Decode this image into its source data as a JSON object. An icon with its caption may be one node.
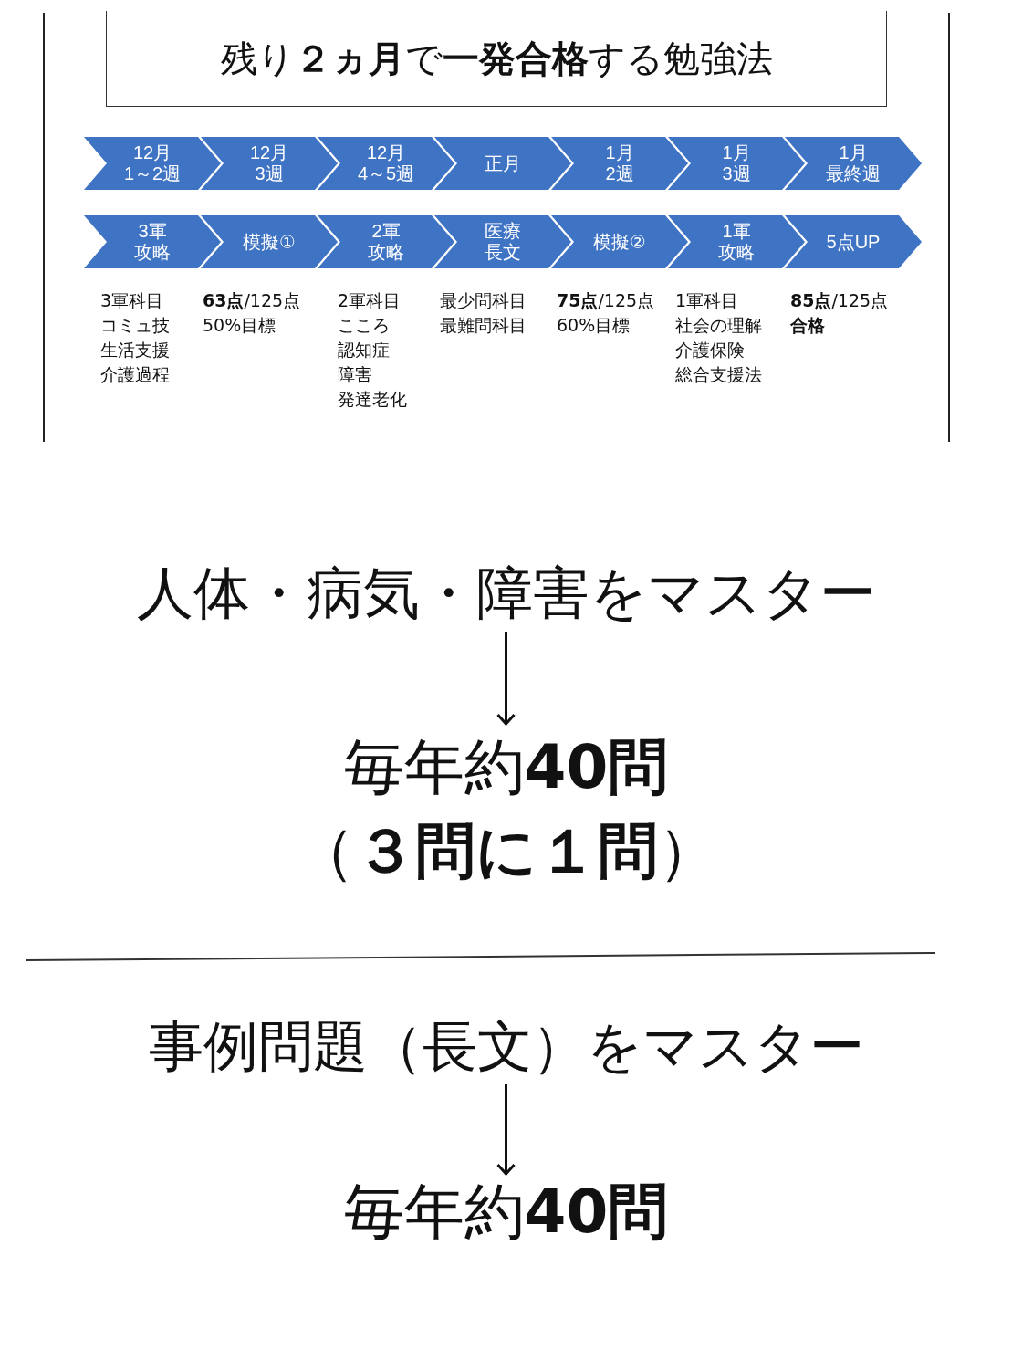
{
  "diagram": {
    "title": "残り**２ヵ月**で**一発合格**する勉強法",
    "nodes": [
      {
        "text": [
          "12月",
          "1～2週"
        ]
      },
      {
        "text": [
          "12月",
          "3週"
        ]
      },
      {
        "text": [
          "12月",
          "4～5週"
        ]
      },
      {
        "text": [
          "正月"
        ]
      },
      {
        "text": [
          "1月",
          "2週"
        ]
      },
      {
        "text": [
          "1月",
          "3週"
        ]
      },
      {
        "text": [
          "1月",
          "最終週"
        ]
      },
      {
        "text": [
          "3軍",
          "攻略"
        ],
        "beside": [
          "3軍科目",
          "コミュ技",
          "生活支援",
          "介護過程"
        ]
      },
      {
        "text": [
          "模擬①"
        ],
        "beside": [
          "**63点**/125点",
          "50%目標"
        ]
      },
      {
        "text": [
          "2軍",
          "攻略"
        ],
        "beside": [
          "2軍科目",
          "こころ",
          "認知症",
          "障害",
          "発達老化"
        ]
      },
      {
        "text": [
          "医療",
          "長文"
        ],
        "beside": [
          "最少問科目",
          "最難問科目"
        ]
      },
      {
        "text": [
          "模擬②"
        ],
        "beside": [
          "**75点**/125点",
          "60%目標"
        ]
      },
      {
        "text": [
          "1軍",
          "攻略"
        ],
        "beside": [
          "1軍科目",
          "社会の理解",
          "介護保険",
          "総合支援法"
        ]
      },
      {
        "text": [
          "5点UP"
        ],
        "beside": [
          "**85点**/125点",
          "**合格**"
        ]
      },
      {
        "text": [
          "人体・病気・障害をマスター"
        ]
      },
      {
        "text": [
          "毎年約**40問**",
          "（**３問に１問**）"
        ]
      },
      {
        "text": [
          "事例問題（長文）をマスター"
        ]
      },
      {
        "text": [
          "毎年約**40問**"
        ]
      }
    ],
    "edges": [
      {
        "from": 14,
        "to": 15,
        "arrow": "to"
      },
      {
        "from": 16,
        "to": 17,
        "arrow": "to"
      }
    ]
  }
}
